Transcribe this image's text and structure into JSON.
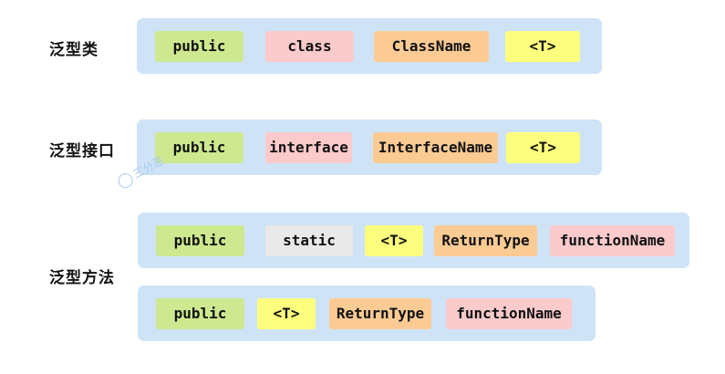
{
  "labels": {
    "class": "泛型类",
    "interface": "泛型接口",
    "method": "泛型方法"
  },
  "rows": [
    {
      "tokens": [
        {
          "text": "public",
          "color": "#cde88f"
        },
        {
          "text": "class",
          "color": "#fbcaca"
        },
        {
          "text": "ClassName",
          "color": "#fccb94"
        },
        {
          "text": "<T>",
          "color": "#fefe7e"
        }
      ]
    },
    {
      "tokens": [
        {
          "text": "public",
          "color": "#cde88f"
        },
        {
          "text": "interface",
          "color": "#fbcaca"
        },
        {
          "text": "InterfaceName",
          "color": "#fccb94"
        },
        {
          "text": "<T>",
          "color": "#fefe7e"
        }
      ]
    },
    {
      "tokens": [
        {
          "text": "public",
          "color": "#cde88f"
        },
        {
          "text": "static",
          "color": "#e9e9e9"
        },
        {
          "text": "<T>",
          "color": "#fefe7e"
        },
        {
          "text": "ReturnType",
          "color": "#fccb94"
        },
        {
          "text": "functionName",
          "color": "#fbcaca"
        }
      ]
    },
    {
      "tokens": [
        {
          "text": "public",
          "color": "#cde88f"
        },
        {
          "text": "<T>",
          "color": "#fefe7e"
        },
        {
          "text": "ReturnType",
          "color": "#fccb94"
        },
        {
          "text": "functionName",
          "color": "#fbcaca"
        }
      ]
    }
  ],
  "watermark": "三分恶",
  "colors": {
    "row_background": "#cfe3f7"
  }
}
